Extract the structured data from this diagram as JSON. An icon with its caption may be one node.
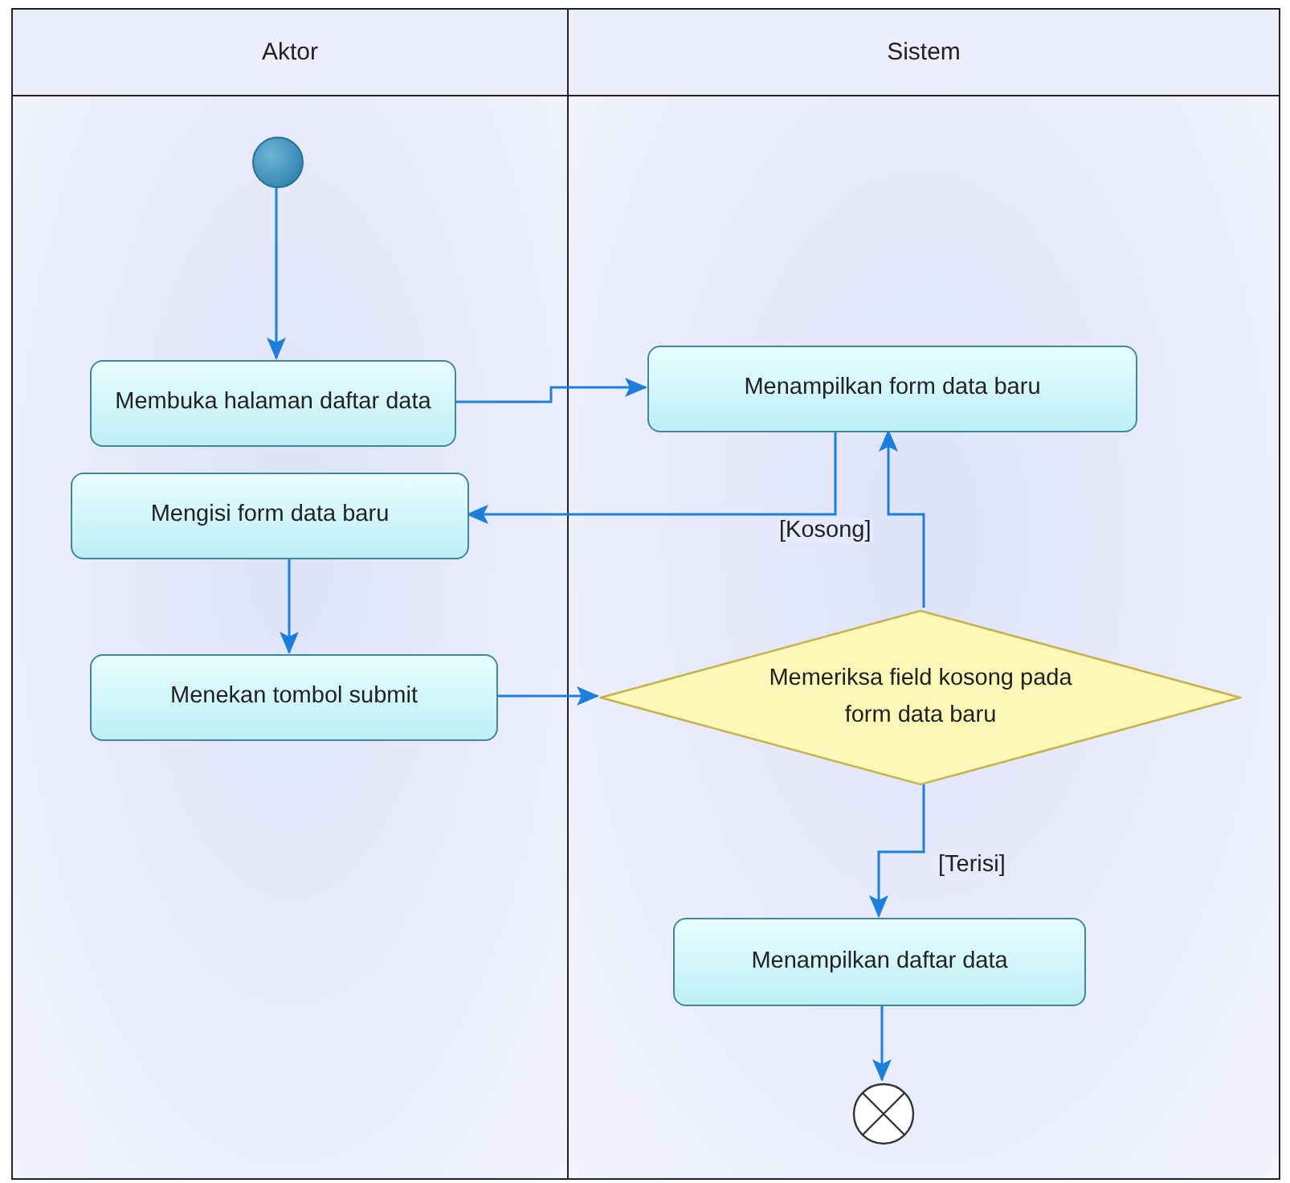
{
  "diagram": {
    "nodes": [
      {
        "text": [
          "Aktor"
        ]
      },
      {
        "text": [
          "Sistem"
        ]
      },
      {
        "text": [],
        "shape": "circle",
        "in": 0
      },
      {
        "text": [
          "Membuka halaman daftar data"
        ],
        "in": 0
      },
      {
        "text": [
          "Menampilkan form data baru"
        ],
        "in": 1
      },
      {
        "text": [
          "Mengisi form data baru"
        ],
        "in": 0
      },
      {
        "text": [
          "Menekan tombol submit"
        ],
        "in": 0
      },
      {
        "text": [
          "Memeriksa field kosong pada form data baru"
        ],
        "in": 1
      },
      {
        "text": [
          "Menampilkan daftar data"
        ],
        "in": 1
      },
      {
        "text": [],
        "shape": "circle",
        "in": 1
      }
    ],
    "edges": [
      {
        "from": 2,
        "to": 3,
        "arrow": "to"
      },
      {
        "from": 3,
        "to": 4,
        "arrow": "to"
      },
      {
        "from": 4,
        "to": 5,
        "arrow": "to"
      },
      {
        "from": 5,
        "to": 6,
        "arrow": "to"
      },
      {
        "from": 6,
        "to": 7,
        "arrow": "to"
      },
      {
        "from": 7,
        "to": 4,
        "arrow": "to",
        "label": "[Kosong]"
      },
      {
        "from": 7,
        "to": 8,
        "arrow": "to",
        "label": "[Terisi]"
      },
      {
        "from": 8,
        "to": 9,
        "arrow": "to"
      }
    ]
  }
}
